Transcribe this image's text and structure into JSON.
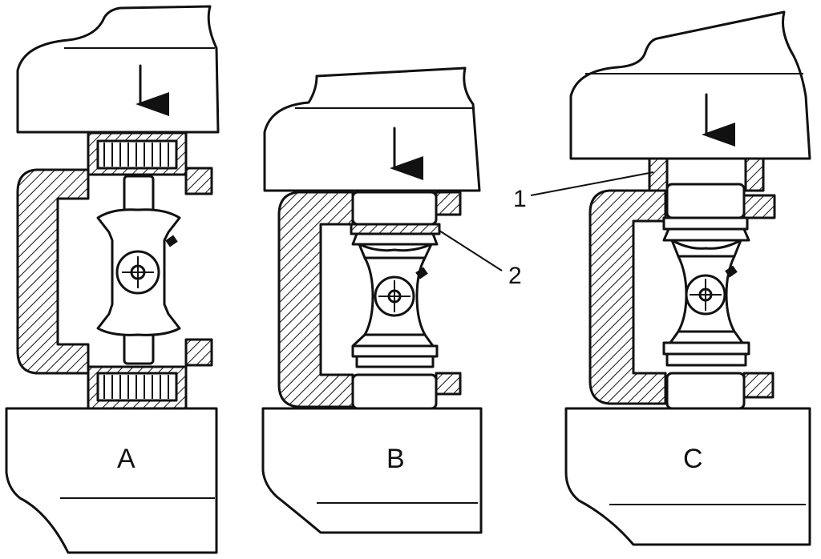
{
  "panels": [
    {
      "id": "A",
      "label": "A"
    },
    {
      "id": "B",
      "label": "B"
    },
    {
      "id": "C",
      "label": "C"
    }
  ],
  "callouts": [
    {
      "id": "1",
      "text": "1"
    },
    {
      "id": "2",
      "text": "2"
    }
  ]
}
